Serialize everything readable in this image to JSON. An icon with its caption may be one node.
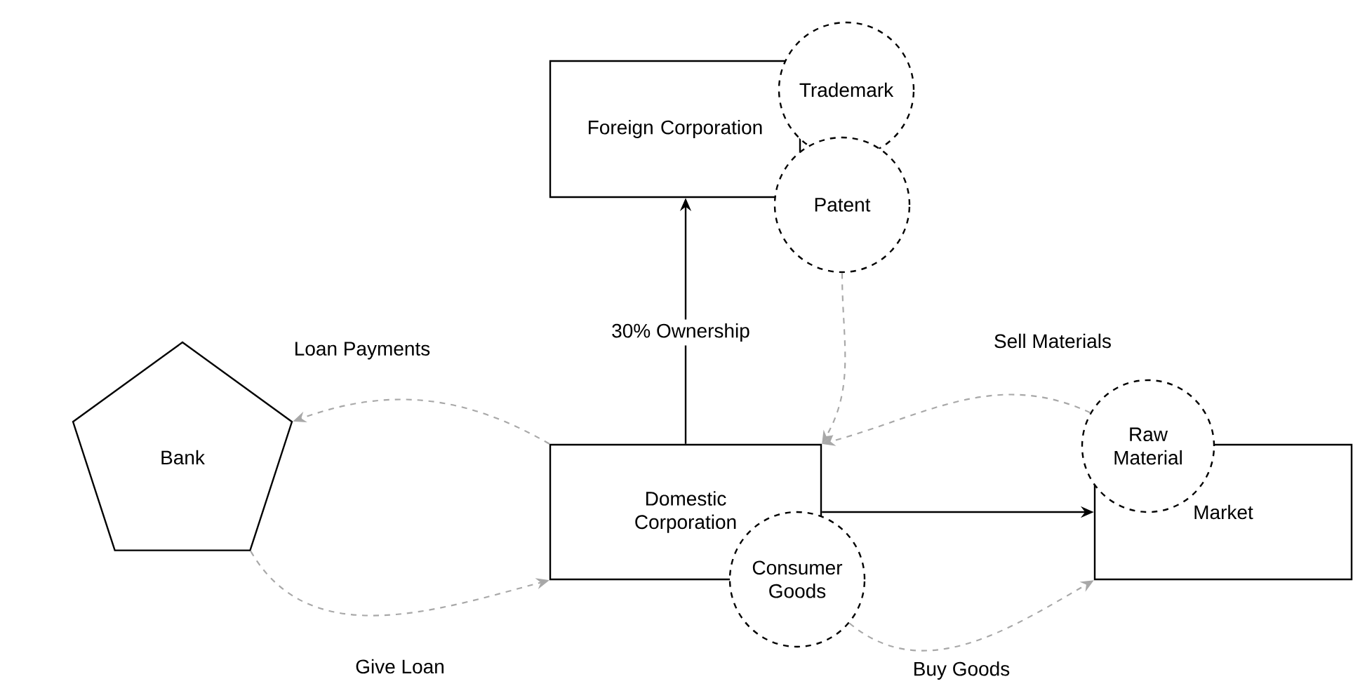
{
  "diagram": {
    "nodes": [
      {
        "text": [
          "Foreign Corporation"
        ]
      },
      {
        "text": [
          "Trademark"
        ]
      },
      {
        "text": [
          "Patent"
        ]
      },
      {
        "text": [
          "Bank"
        ]
      },
      {
        "text": [
          "Domestic Corporation"
        ]
      },
      {
        "text": [
          "Consumer Goods"
        ]
      },
      {
        "text": [
          "Market"
        ]
      },
      {
        "text": [
          "Raw Material"
        ]
      }
    ],
    "edges": [
      {
        "from": 4,
        "to": 0,
        "arrow": "to",
        "color": "#000000",
        "label": "30% Ownership"
      },
      {
        "from": 2,
        "to": 4,
        "arrow": "to",
        "style": "dashed",
        "color": "#a8a8a8"
      },
      {
        "from": 7,
        "to": 4,
        "arrow": "to",
        "style": "dashed",
        "color": "#a8a8a8",
        "label": "Sell Materials"
      },
      {
        "from": 4,
        "to": 3,
        "arrow": "to",
        "style": "dashed",
        "color": "#a8a8a8",
        "label": "Loan Payments"
      },
      {
        "from": 3,
        "to": 4,
        "arrow": "to",
        "style": "dashed",
        "color": "#a8a8a8",
        "label": "Give Loan"
      },
      {
        "from": 4,
        "to": 6,
        "arrow": "to",
        "color": "#000000"
      },
      {
        "from": 5,
        "to": 6,
        "arrow": "to",
        "style": "dashed",
        "color": "#a8a8a8",
        "label": "Buy Goods"
      }
    ]
  }
}
